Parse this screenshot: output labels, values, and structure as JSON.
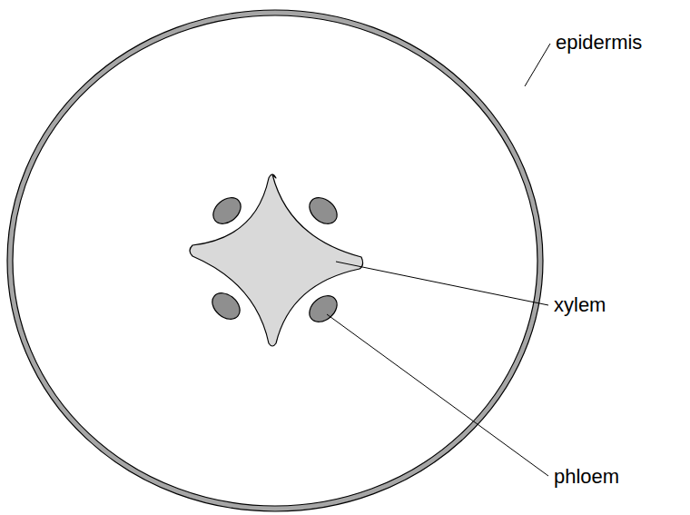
{
  "diagram": {
    "labels": [
      "epidermis",
      "xylem",
      "phloem"
    ]
  }
}
